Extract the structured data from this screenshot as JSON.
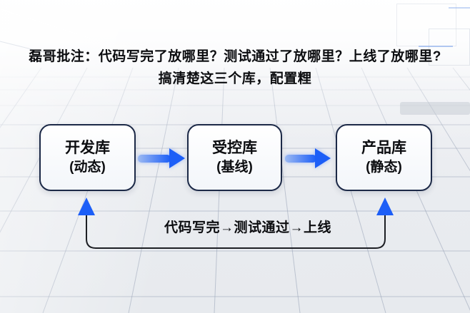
{
  "theme": {
    "accent_blue": "#1c5ef7",
    "arrow_grad_start": "#9cb9f2",
    "box_border": "#1c2947",
    "box_fill": "#ffffff",
    "line_color": "#1d1f24",
    "text_color": "#0c0d10",
    "background": "#e9ecf0"
  },
  "annotation": {
    "line1": "磊哥批注：代码写完了放哪里？测试通过了放哪里？上线了放哪里?",
    "line2": "搞清楚这三个库，配置粴"
  },
  "flow": {
    "nodes": [
      {
        "title": "开发库",
        "subtitle": "(动态)"
      },
      {
        "title": "受控库",
        "subtitle": "(基线)"
      },
      {
        "title": "产品库",
        "subtitle": "(静态)"
      }
    ],
    "feedback_label": "代码写完→测试通过→上线"
  }
}
